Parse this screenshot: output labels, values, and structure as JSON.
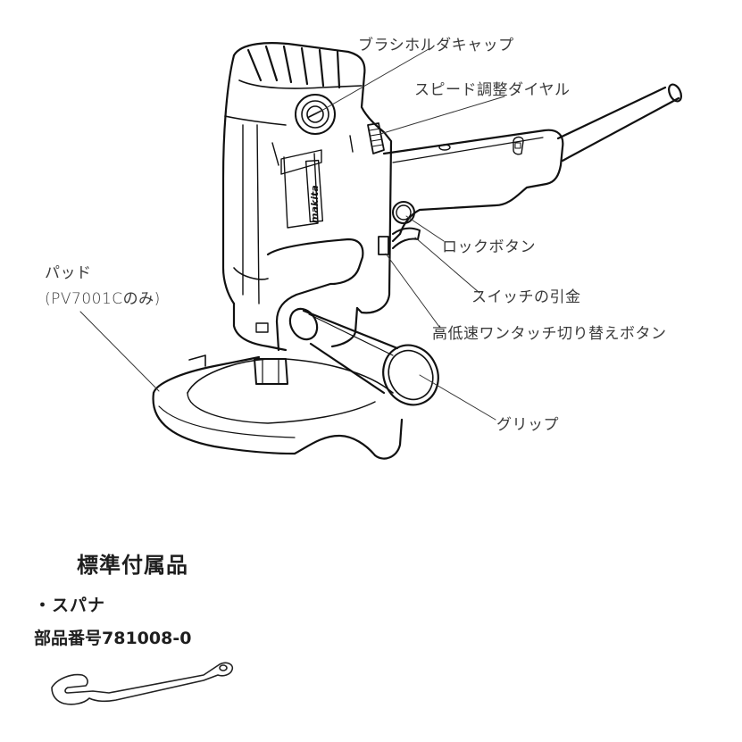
{
  "diagram": {
    "brand_mark": "makita",
    "labels": {
      "brush_holder_cap": "ブラシホルダキャップ",
      "speed_dial": "スピード調整ダイヤル",
      "lock_button": "ロックボタン",
      "switch_trigger": "スイッチの引金",
      "speed_toggle_button": "高低速ワンタッチ切り替えボタン",
      "pad": "パッド",
      "pad_note": "(PV7001Cのみ)",
      "grip": "グリップ"
    }
  },
  "accessories": {
    "heading": "標準付属品",
    "items": [
      {
        "name": "・スパナ",
        "part_number": "部品番号781008-0",
        "icon": "wrench-icon"
      }
    ]
  }
}
